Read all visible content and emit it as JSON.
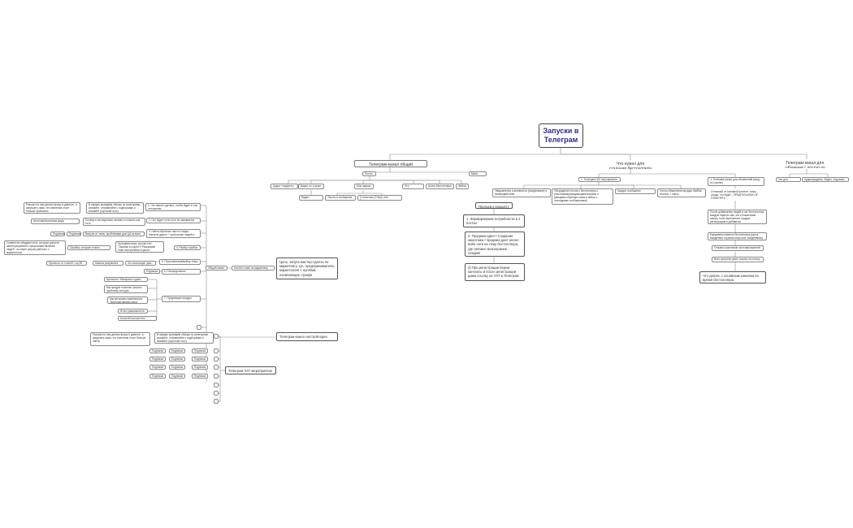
{
  "colors": {
    "root_text": "#2b2b99",
    "line": "#8c8c8c",
    "border": "#8a8a8a",
    "text": "#333333"
  },
  "root": {
    "title": "Запуски в Телеграм"
  },
  "branches": {
    "telegram_channel": "Телеграм-канал общий",
    "bestseller_needs": "Что нужно для создания бестселлера",
    "telegram_training": "Телеграм-канал для обучения ( доступ по ссылке)",
    "community_left": "Общий канал",
    "channel_marathon": "Телеграм-канал настрой-адна",
    "tg_chat_event": "Телеграм ЧАТ мероприятие"
  },
  "texts": {
    "posts": "Посты",
    "mini_posts": "Мини-посты",
    "audio_podcasts": "Аудио / подкасты",
    "video_circles": "Видео по ссылке",
    "video_interview": "Видео-интервью",
    "tasks": "Моя задача",
    "text_posts": "Тексты в сообщении",
    "stat_check": "Статистика (Тгбро) или Телеграм",
    "etu_post": "Это публичные",
    "anons": "Анонс бестселлера",
    "files": "Файлы",
    "tg_chat": "1. Телеграм ЧАТ мероприятия",
    "need_1": "Уведомления и активности (ежедневные) и взаимодействие",
    "need_2": "Обсуждение постов с бестселлера с участниками(продающими воронки и дающими обратную связь и кейсы с последними сообщениями)",
    "need_3": "Каждое сообщение вывернуть",
    "need_4": "Посты обьявления продаж. Вайбы! Анонсы + опрос",
    "need_5": "4. Телеграм-канал для объявлений (вход по ссылке)",
    "promo": "Прогрев к продукту",
    "step_1": "1. Формирование потребности в 2 постах",
    "step_2": "2. Продажа идеи • Создание ажиотажа • продажа дает анонс-войн чата на тему бестселлера, где связано вознаграние - лендинг",
    "step_3": "3) При регистрации берем контакты и после регистрации даем ссылку на ЧАТ в Телеграм",
    "training_1": "Чат для общения",
    "training_2": "Аудиопродукты, Видео, подсказы",
    "right_1": "Отличный от основной контент: темы, уходы, что будет - ПРЕДПОСЫЛКИ НЕ ОТМЕНЯТЬ",
    "right_2": "После добавления людей в чат бестселлера каждую неделю там, это к пошаговым шагам, если пересчитать продукт регистрацию и добавится",
    "right_3": "Ежедневно немного бестселлера (кусок ежедневно стримов вопросов, ежедневная)",
    "right_4": "Отзывы участников чата мероприятий",
    "right_5": "Всех прогреют дают ссылку на оплату",
    "right_6": "Что делать с основным каналом во время бестселлера",
    "goal": "Цель: запуск мастер-группы по маркетингу. ЦА: предприниматели, маркетологи с нуля/ми, начинающие, профи",
    "content_plan": "Контент-план на маркетингу",
    "l_1": "Рассказ на чем делать фокус в диалоге, и запускать сама, что клиентам стоит больше пробовать",
    "l_2": "В первую проведём обзоры по категориям, кликайте, отправляйте с подборками и кликайте (короткий пост)",
    "l_3": "1. Что нового сделать, чтобы будет в том отношении",
    "l_4": "Антонов/Аналитика (кода маркетинга)",
    "l_5": "Почему в последствии, мотиви и сложить как есть",
    "l_6": "2. Что будет, если стоп не занимается",
    "l_7": "Подписка 1",
    "l_8": "Подписка 2",
    "l_9": "Вынули из темы, проблемами для ЦА из мага",
    "l_10": "3. Найти обучение там что лидер помогла других + при/ссылки людей и чат",
    "l_11": "Совместно обсудим гостя, которые доносят заинтересуемость процессами начинать людей - на такие решим работать с маркетингом",
    "l_12": "Ошибка, которые стоило делать",
    "l_13": "Противоположн. молчат нет: \"Ошибки в старте?/\"Решаемый план поступления страсти маркетинга\"",
    "l_14": "4. Разбор ошибок",
    "l_15": "Прочесть от 4 мес/б • тщ 90 мин",
    "l_16": "Каналы результата",
    "l_17": "Что использует дом",
    "l_18": "5. Персональные/выбор темы",
    "l_19": "Подписка 3",
    "l_20": "6. Распределение программы",
    "l_21": "Ценности / Материал и дают обратить",
    "l_22": "Как продукт позволит решить проблему, которую сформировали",
    "l_23": "Как в/и можно изменения в Телеграм своему курсу",
    "l_24": "7. Продающие продукт",
    "l_25": "Итоги уникальности колорден",
    "l_26": "Анонс/Итоги/контент/Продают отзывы людей",
    "l_27": "Рассказ на чем делать фокус в диалоге, и запускать сама, что клиентам стоит больше найти.",
    "l_28": "В первую проведём обзоры по категориям, кликайте, отправляйте с подборками и кликайте (короткий пост)",
    "sub_1": "Подписка 1",
    "sub_2": "Подписка 2",
    "sub_3": "Подписка 3",
    "sub_4": "Подписка 4",
    "sub_5": "Подписка 5"
  }
}
